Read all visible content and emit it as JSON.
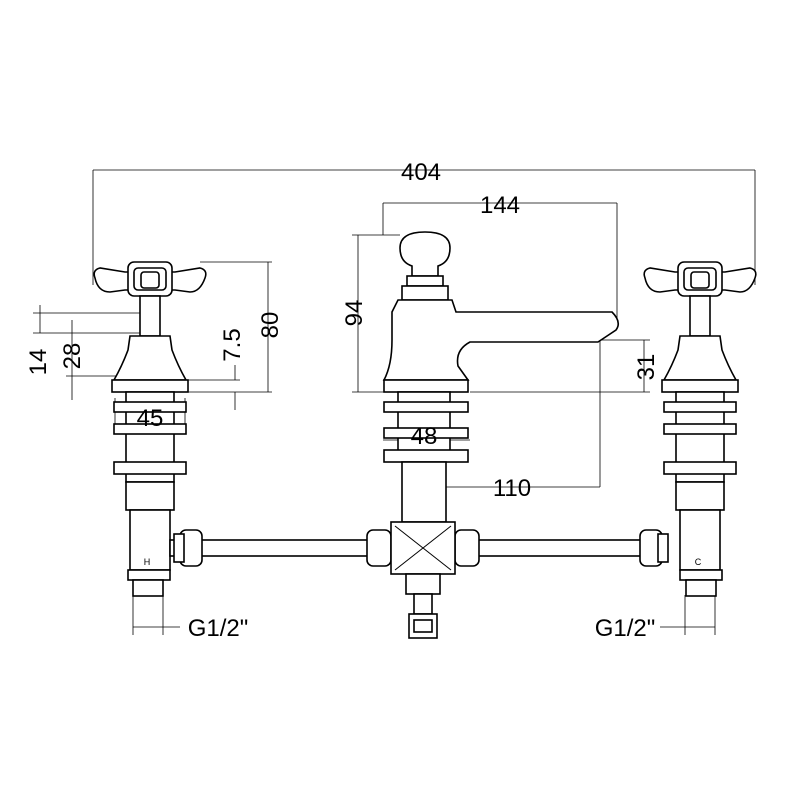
{
  "dimensions": {
    "overall_width": "404",
    "spout_reach_top": "144",
    "spout_height": "94",
    "handle_height": "80",
    "handle_offset_small": "7.5",
    "stem_14": "14",
    "stem_28": "28",
    "base_31": "31",
    "valve_width": "45",
    "spout_base_width": "48",
    "spout_reach": "110"
  },
  "connections": {
    "left": "G1/2\"",
    "right": "G1/2\""
  },
  "valve_marks": {
    "hot": "H",
    "cold": "C"
  }
}
